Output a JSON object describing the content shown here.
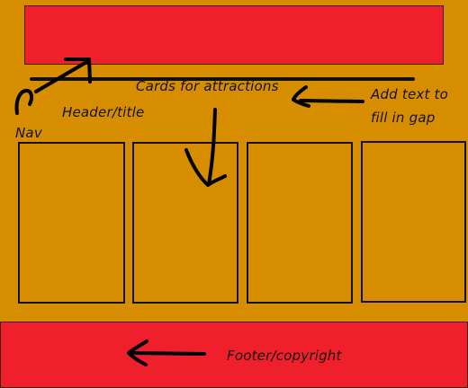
{
  "annotations": {
    "cards": "Cards for attractions",
    "header": "Header/title",
    "nav": "Nav",
    "gap": "Add text to fill in gap",
    "footer": "Footer/copyright"
  },
  "colors": {
    "background": "#d68e00",
    "block": "#ef1f2b",
    "ink": "#000000"
  }
}
